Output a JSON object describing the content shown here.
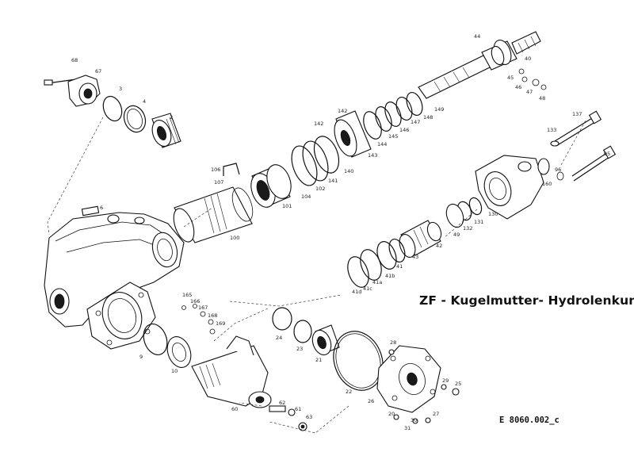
{
  "title": "ZF - Kugelmutter- Hydrolenkung",
  "reference": "E 8060.002_c",
  "callouts": [
    "68",
    "67",
    "3",
    "4",
    "2",
    "106",
    "107",
    "100",
    "101",
    "104",
    "102",
    "141",
    "140",
    "142",
    "142",
    "143",
    "144",
    "145",
    "146",
    "147",
    "148",
    "149",
    "44",
    "40",
    "45",
    "46",
    "47",
    "48",
    "137",
    "133",
    "95",
    "96",
    "160",
    "130",
    "131",
    "132",
    "49",
    "42",
    "43",
    "41",
    "41b",
    "41a",
    "41c",
    "41d",
    "6",
    "165",
    "166",
    "167",
    "168",
    "169",
    "9",
    "10",
    "60",
    "62",
    "61",
    "63",
    "24",
    "23",
    "21",
    "22",
    "28",
    "26",
    "29",
    "25",
    "20",
    "31",
    "30",
    "27"
  ]
}
